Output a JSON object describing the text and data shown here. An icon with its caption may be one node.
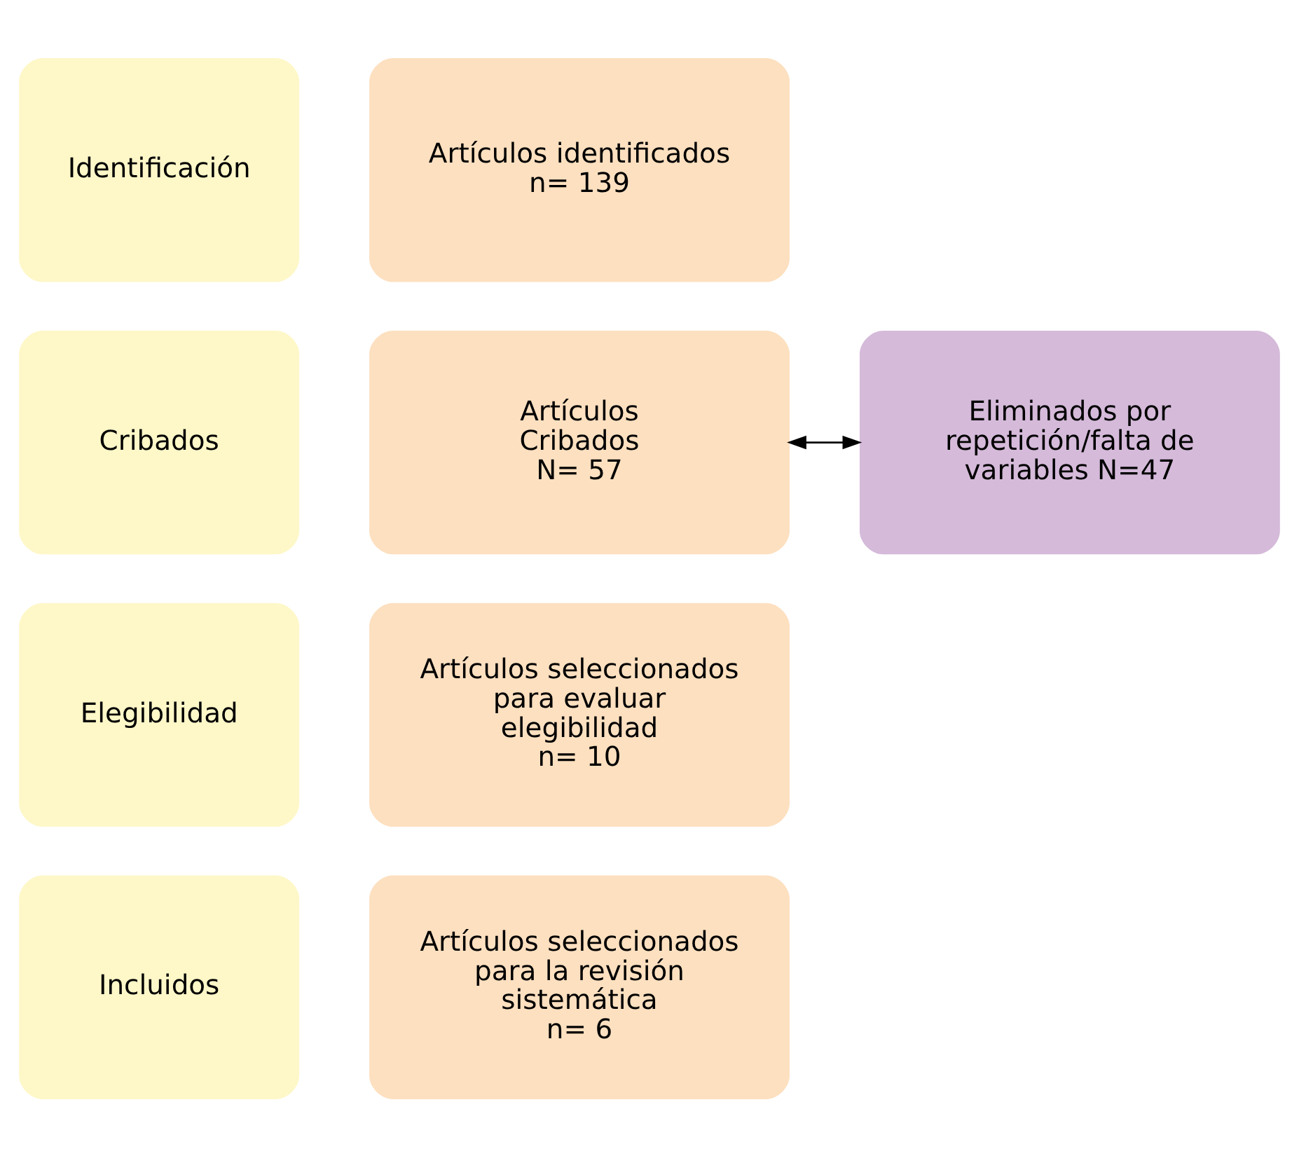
{
  "diagram": {
    "nodes": [
      {
        "text": [
          "Identificación"
        ]
      },
      {
        "text": [
          "Artículos identificados n= 139"
        ]
      },
      {
        "text": [
          "Cribados"
        ]
      },
      {
        "text": [
          "Artículos Cribados N= 57"
        ]
      },
      {
        "text": [
          "Eliminados por repetición/falta de variables N=47"
        ]
      },
      {
        "text": [
          "Elegibilidad"
        ]
      },
      {
        "text": [
          "Artículos seleccionados para evaluar elegibilidad n= 10"
        ]
      },
      {
        "text": [
          "Incluidos"
        ]
      },
      {
        "text": [
          "Artículos seleccionados para la revisión sistemática n= 6"
        ]
      }
    ],
    "edges": [
      {
        "from": 3,
        "to": 4,
        "arrow": "both"
      }
    ]
  }
}
